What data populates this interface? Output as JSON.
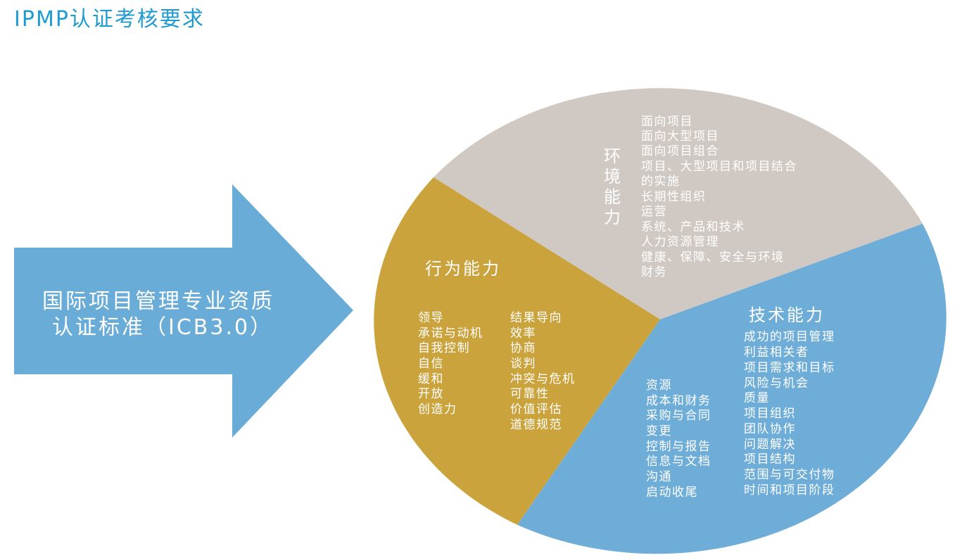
{
  "title": "IPMP认证考核要求",
  "colors": {
    "title": "#1f9bd2",
    "arrow": "#6aacd8",
    "behavior": "#cba33c",
    "environment": "#d0c8c3",
    "technical": "#6fadd9",
    "text": "#ffffff"
  },
  "arrow": {
    "lines": [
      "国际项目管理专业资质",
      "认证标准（ICB3.0）"
    ]
  },
  "environment": {
    "heading": [
      "环",
      "境",
      "能",
      "力"
    ],
    "items": [
      "面向项目",
      "面向大型项目",
      "面向项目组合",
      "项目、大型项目和项目结合",
      "的实施",
      "长期性组织",
      "运营",
      "系统、产品和技术",
      "人力资源管理",
      "健康、保障、安全与环境",
      "财务"
    ]
  },
  "behavior": {
    "heading": "行为能力",
    "col1": [
      "领导",
      "承诺与动机",
      "自我控制",
      "自信",
      "缓和",
      "开放",
      "创造力"
    ],
    "col2": [
      "结果导向",
      "效率",
      "协商",
      "谈判",
      "冲突与危机",
      "可靠性",
      "价值评估",
      "道德规范"
    ]
  },
  "technical": {
    "heading": "技术能力",
    "col1": [
      "资源",
      "成本和财务",
      "采购与合同",
      "变更",
      "控制与报告",
      "信息与文档",
      "沟通",
      "启动收尾"
    ],
    "col2": [
      "成功的项目管理",
      "利益相关者",
      "项目需求和目标",
      "风险与机会",
      "质量",
      "项目组织",
      "团队协作",
      "问题解决",
      "项目结构",
      "范围与可交付物",
      "时间和项目阶段"
    ]
  }
}
